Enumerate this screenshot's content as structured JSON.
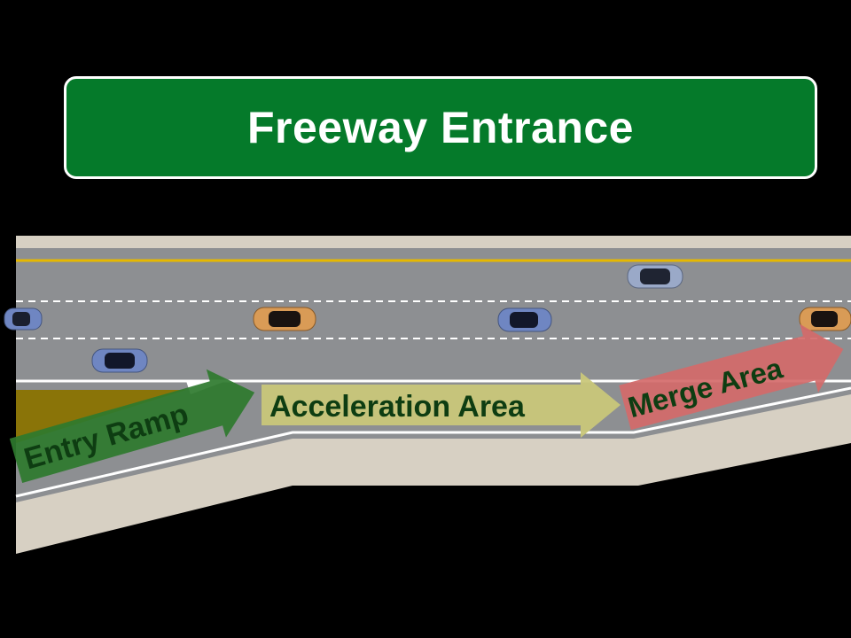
{
  "sign": {
    "title": "Freeway Entrance",
    "color": "#057a2a"
  },
  "labels": {
    "entry_ramp": "Entry Ramp",
    "acceleration_area": "Acceleration Area",
    "merge_area": "Merge Area"
  },
  "colors": {
    "background": "#000000",
    "asphalt": "#8d8f92",
    "shoulder_sand": "#d7d0c3",
    "center_line": "#e6b800",
    "lane_dash": "#ffffff",
    "entry_arrow": "#2e7a2e",
    "accel_arrow": "#c9c77a",
    "merge_arrow": "#d46a6a"
  },
  "vehicles": [
    {
      "name": "car-blue",
      "color": "#6f86c2"
    },
    {
      "name": "car-orange",
      "color": "#d99b56"
    },
    {
      "name": "car-blue",
      "color": "#6f86c2"
    },
    {
      "name": "car-silver",
      "color": "#9aa9c8"
    },
    {
      "name": "car-blue",
      "color": "#6f86c2"
    },
    {
      "name": "car-orange",
      "color": "#d99b56"
    }
  ]
}
